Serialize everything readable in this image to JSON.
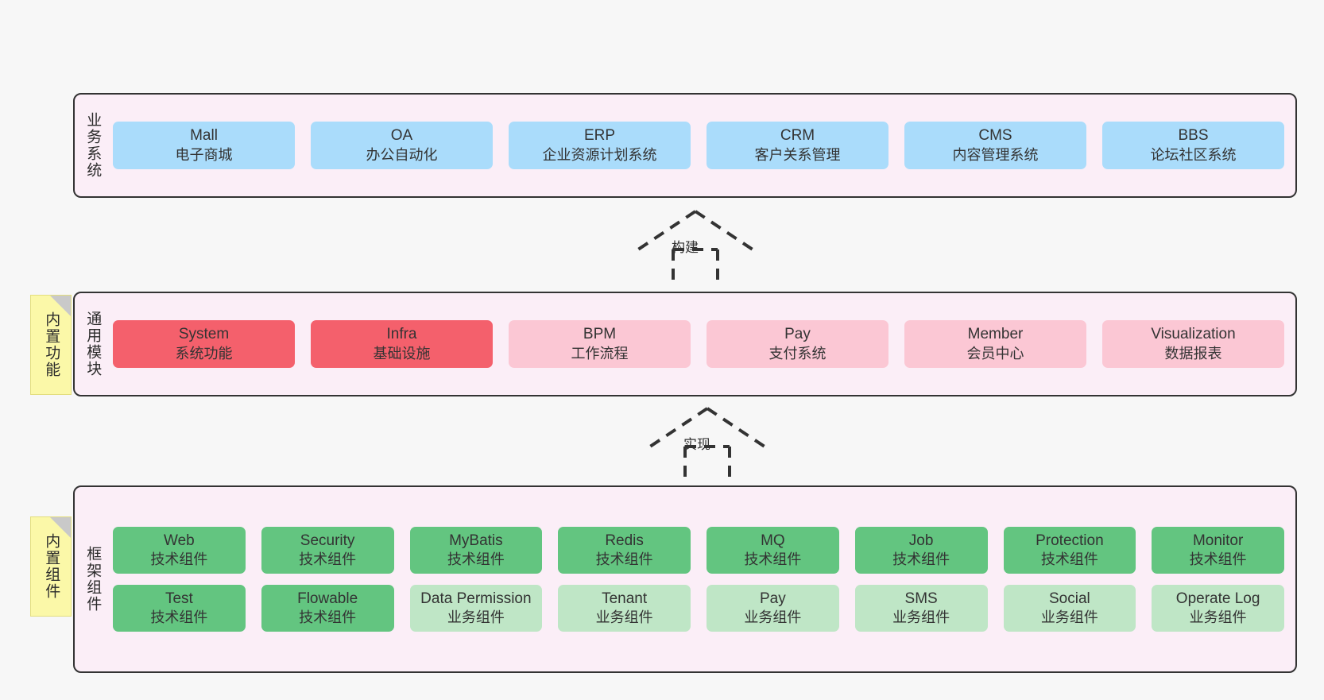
{
  "diagram": {
    "background": "#f7f7f7",
    "layer_fill": "#fbeef7",
    "layer_border": "#333333",
    "note_fill": "#fbf8a8"
  },
  "layers": [
    {
      "id": "business-system",
      "title": "业务系统",
      "rows": [
        {
          "boxes": [
            {
              "name": "mall",
              "line1": "Mall",
              "line2": "电子商城",
              "color": "#aadcfb",
              "style": "blue"
            },
            {
              "name": "oa",
              "line1": "OA",
              "line2": "办公自动化",
              "color": "#aadcfb",
              "style": "blue"
            },
            {
              "name": "erp",
              "line1": "ERP",
              "line2": "企业资源计划系统",
              "color": "#aadcfb",
              "style": "blue"
            },
            {
              "name": "crm",
              "line1": "CRM",
              "line2": "客户关系管理",
              "color": "#aadcfb",
              "style": "blue"
            },
            {
              "name": "cms",
              "line1": "CMS",
              "line2": "内容管理系统",
              "color": "#aadcfb",
              "style": "blue"
            },
            {
              "name": "bbs",
              "line1": "BBS",
              "line2": "论坛社区系统",
              "color": "#aadcfb",
              "style": "blue"
            }
          ]
        }
      ]
    },
    {
      "id": "common-module",
      "title": "通用模块",
      "note": "内置功能",
      "rows": [
        {
          "boxes": [
            {
              "name": "system",
              "line1": "System",
              "line2": "系统功能",
              "color": "#f4606c",
              "style": "red"
            },
            {
              "name": "infra",
              "line1": "Infra",
              "line2": "基础设施",
              "color": "#f4606c",
              "style": "red"
            },
            {
              "name": "bpm",
              "line1": "BPM",
              "line2": "工作流程",
              "color": "#fbc7d4",
              "style": "pink"
            },
            {
              "name": "pay",
              "line1": "Pay",
              "line2": "支付系统",
              "color": "#fbc7d4",
              "style": "pink"
            },
            {
              "name": "member",
              "line1": "Member",
              "line2": "会员中心",
              "color": "#fbc7d4",
              "style": "pink"
            },
            {
              "name": "visualization",
              "line1": "Visualization",
              "line2": "数据报表",
              "color": "#fbc7d4",
              "style": "pink"
            }
          ]
        }
      ]
    },
    {
      "id": "framework-component",
      "title": "框架组件",
      "note": "内置组件",
      "rows": [
        {
          "boxes": [
            {
              "name": "web",
              "line1": "Web",
              "line2": "技术组件",
              "color": "#63c580",
              "style": "green"
            },
            {
              "name": "security",
              "line1": "Security",
              "line2": "技术组件",
              "color": "#63c580",
              "style": "green"
            },
            {
              "name": "mybatis",
              "line1": "MyBatis",
              "line2": "技术组件",
              "color": "#63c580",
              "style": "green"
            },
            {
              "name": "redis",
              "line1": "Redis",
              "line2": "技术组件",
              "color": "#63c580",
              "style": "green"
            },
            {
              "name": "mq",
              "line1": "MQ",
              "line2": "技术组件",
              "color": "#63c580",
              "style": "green"
            },
            {
              "name": "job",
              "line1": "Job",
              "line2": "技术组件",
              "color": "#63c580",
              "style": "green"
            },
            {
              "name": "protection",
              "line1": "Protection",
              "line2": "技术组件",
              "color": "#63c580",
              "style": "green"
            },
            {
              "name": "monitor",
              "line1": "Monitor",
              "line2": "技术组件",
              "color": "#63c580",
              "style": "green"
            }
          ]
        },
        {
          "boxes": [
            {
              "name": "test",
              "line1": "Test",
              "line2": "技术组件",
              "color": "#63c580",
              "style": "green"
            },
            {
              "name": "flowable",
              "line1": "Flowable",
              "line2": "技术组件",
              "color": "#63c580",
              "style": "green"
            },
            {
              "name": "data-permission",
              "line1": "Data Permission",
              "line2": "业务组件",
              "color": "#bfe6c6",
              "style": "lightgreen"
            },
            {
              "name": "tenant",
              "line1": "Tenant",
              "line2": "业务组件",
              "color": "#bfe6c6",
              "style": "lightgreen"
            },
            {
              "name": "pay-component",
              "line1": "Pay",
              "line2": "业务组件",
              "color": "#bfe6c6",
              "style": "lightgreen"
            },
            {
              "name": "sms",
              "line1": "SMS",
              "line2": "业务组件",
              "color": "#bfe6c6",
              "style": "lightgreen"
            },
            {
              "name": "social",
              "line1": "Social",
              "line2": "业务组件",
              "color": "#bfe6c6",
              "style": "lightgreen"
            },
            {
              "name": "operate-log",
              "line1": "Operate Log",
              "line2": "业务组件",
              "color": "#bfe6c6",
              "style": "lightgreen"
            }
          ]
        }
      ]
    }
  ],
  "connectors": [
    {
      "id": "build",
      "label": "构建"
    },
    {
      "id": "implement",
      "label": "实现"
    }
  ]
}
